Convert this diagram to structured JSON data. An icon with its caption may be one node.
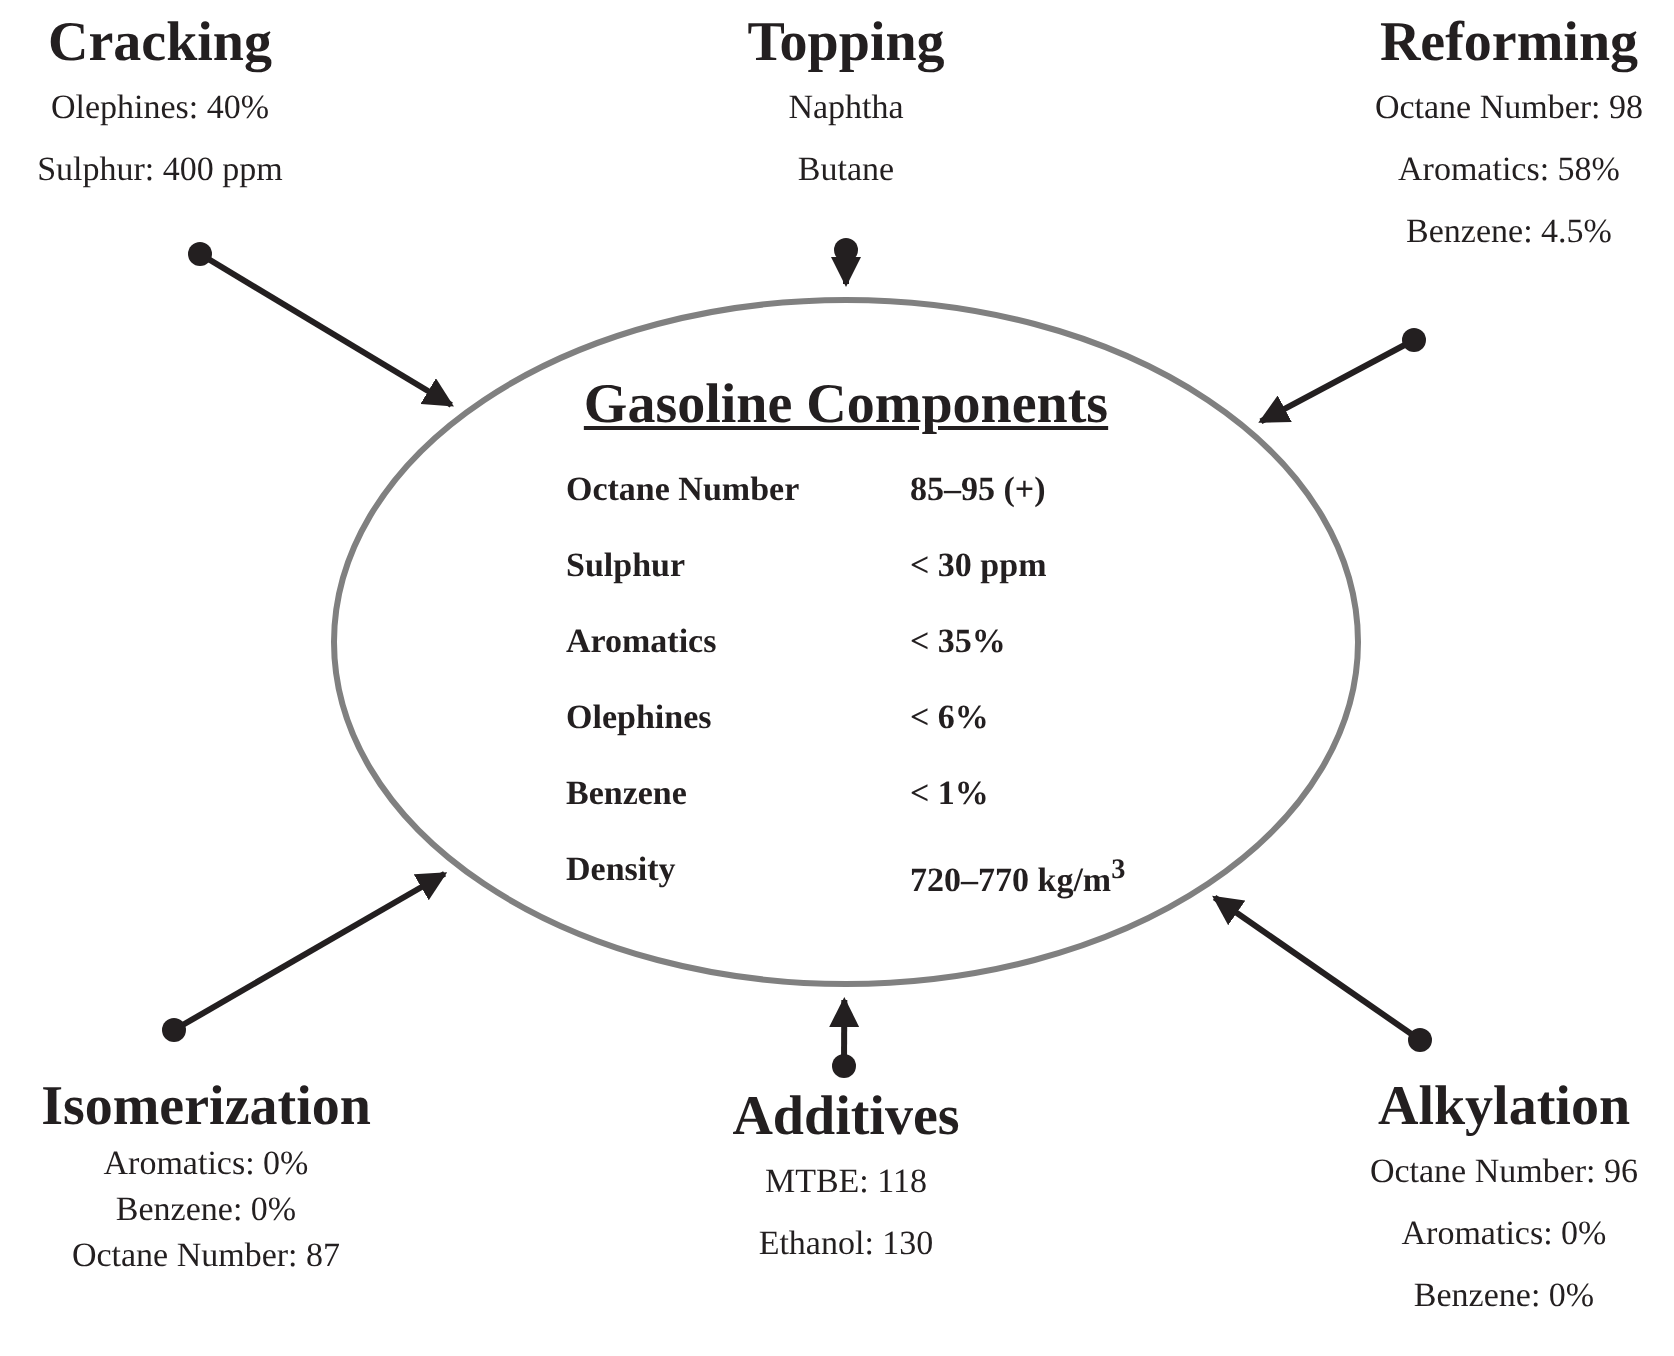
{
  "diagram": {
    "nodes": [
      {
        "text": [
          "Gasoline Components"
        ]
      },
      {
        "text": [
          "Cracking",
          "Olephines: 40%",
          "Sulphur: 400 ppm"
        ]
      },
      {
        "text": [
          "Topping",
          "Naphtha",
          "Butane"
        ]
      },
      {
        "text": [
          "Reforming",
          "Octane Number: 98",
          "Aromatics: 58%",
          "Benzene: 4.5%"
        ]
      },
      {
        "text": [
          "Isomerization",
          "Aromatics: 0%",
          "Benzene: 0%",
          "Octane Number: 87"
        ]
      },
      {
        "text": [
          "Additives",
          "MTBE: 118",
          "Ethanol: 130"
        ]
      },
      {
        "text": [
          "Alkylation",
          "Octane Number: 96",
          "Aromatics: 0%",
          "Benzene: 0%"
        ]
      }
    ],
    "edges": [
      {
        "from": 1,
        "to": 0,
        "arrow": "to"
      },
      {
        "from": 2,
        "to": 0,
        "arrow": "to"
      },
      {
        "from": 3,
        "to": 0,
        "arrow": "to"
      },
      {
        "from": 4,
        "to": 0,
        "arrow": "to"
      },
      {
        "from": 5,
        "to": 0,
        "arrow": "to"
      },
      {
        "from": 6,
        "to": 0,
        "arrow": "to"
      }
    ],
    "labels": [
      "Octane Number",
      "85–95 (+)",
      "Sulphur",
      "< 30 ppm",
      "Aromatics",
      "< 35%",
      "Olephines",
      "< 6%",
      "Benzene",
      "< 1%",
      "Density",
      "720–770 kg/m$^{3}$"
    ]
  }
}
